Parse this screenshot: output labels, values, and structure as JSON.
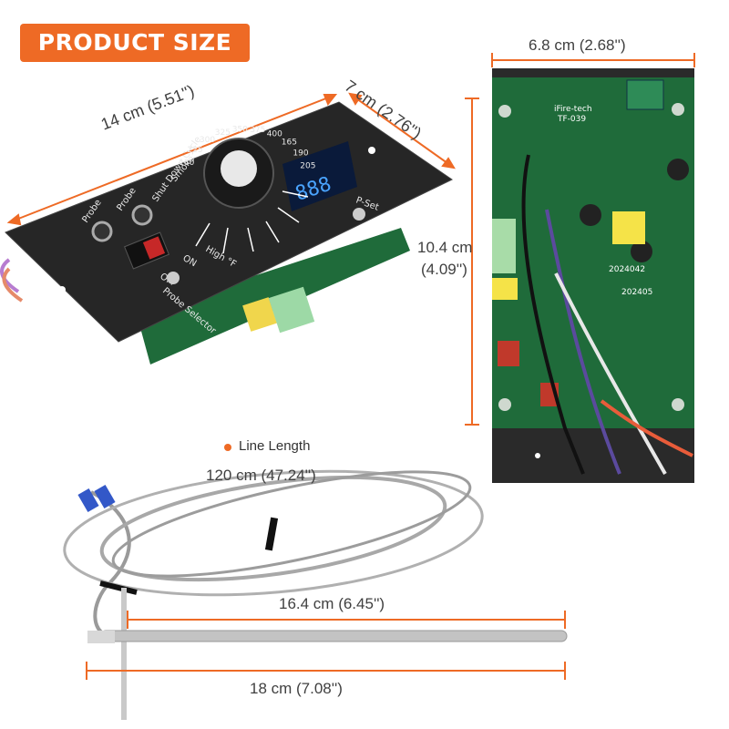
{
  "badge": {
    "label": "PRODUCT SIZE"
  },
  "controller_front": {
    "width_label": "14 cm (5.51'')",
    "depth_label": "7 cm (2.76'')",
    "panel_text": {
      "smoke": "Smoke",
      "shutdown": "Shut Down Cycle",
      "probe_upper": "Probe",
      "probe_lower": "Probe",
      "high": "High °F",
      "on": "ON",
      "off": "OFF",
      "probe_selector": "Probe Selector",
      "pset": "P-Set",
      "display": "888",
      "temps": [
        "180",
        "225",
        "300",
        "325",
        "350",
        "375",
        "400",
        "165",
        "190",
        "205"
      ]
    }
  },
  "pcb_back": {
    "width_label": "6.8 cm (2.68'')",
    "height_label_cm": "10.4 cm",
    "height_label_in": "(4.09'')",
    "board_text": [
      "iFire-tech",
      "TF-039",
      "2024042",
      "202405"
    ]
  },
  "probe": {
    "line_length_label": "Line Length",
    "cable_label": "120 cm (47.24'')",
    "rod_label": "16.4 cm (6.45'')",
    "total_label": "18 cm (7.08'')"
  },
  "colors": {
    "accent": "#ee6a25",
    "dimension_line": "#ee6a25",
    "pcb_green": "#1f6b3a",
    "panel_black": "#262626"
  }
}
